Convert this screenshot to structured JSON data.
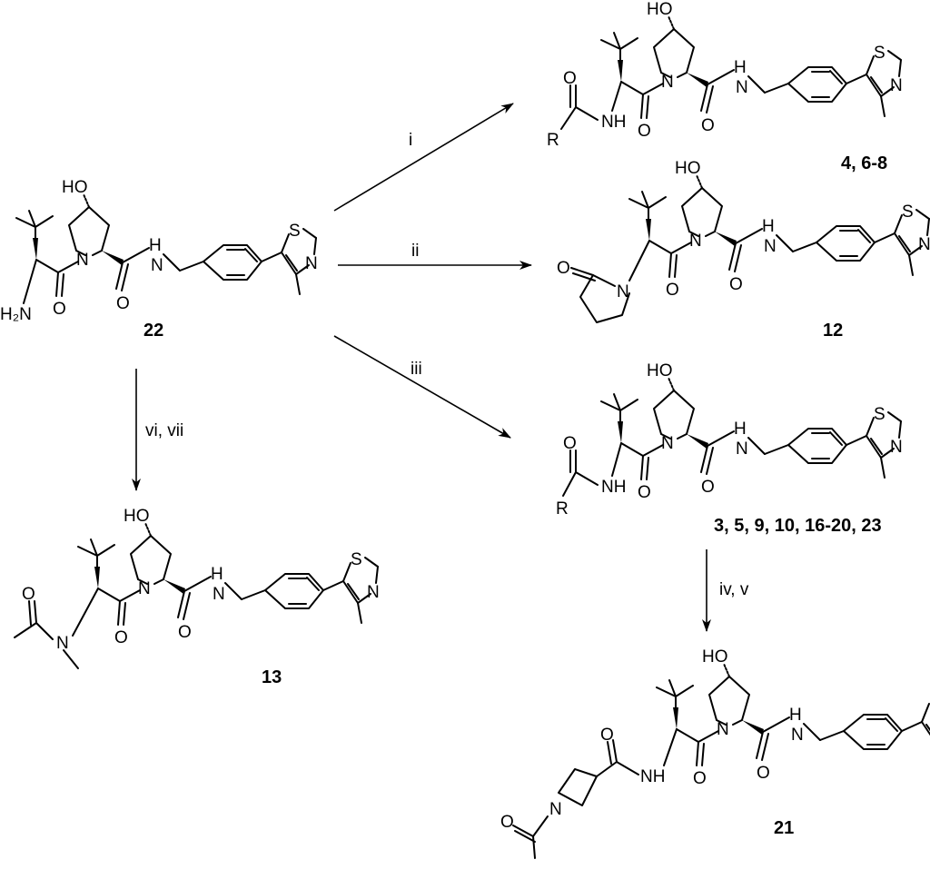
{
  "atoms": {
    "HO": "HO",
    "N": "N",
    "S": "S",
    "H": "H",
    "O": "O",
    "NH": "NH",
    "R": "R",
    "H2N": "H₂N"
  },
  "compounds": {
    "c22": "22",
    "top_right": "4, 6-8",
    "c12": "12",
    "mid_right": "3, 5, 9, 10, 16-20, 23",
    "c13": "13",
    "c21": "21"
  },
  "conditions": {
    "i": "i",
    "ii": "ii",
    "iii": "iii",
    "iv_v": "iv, v",
    "vi_vii": "vi, vii"
  }
}
